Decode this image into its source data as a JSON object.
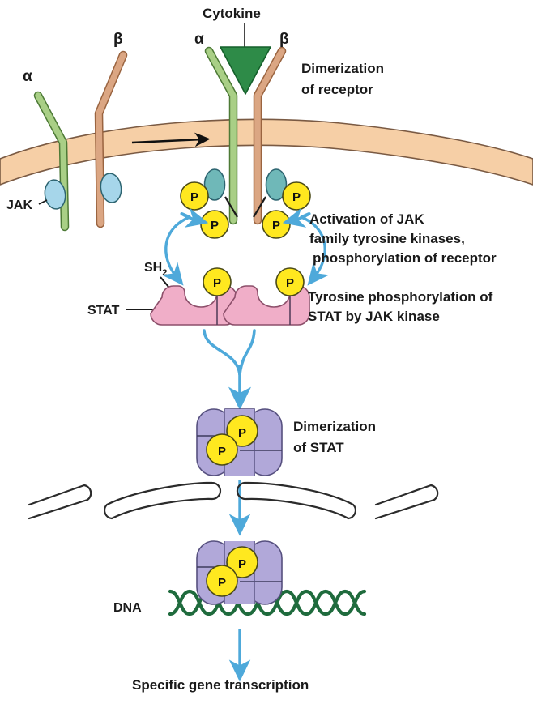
{
  "figure": {
    "title_alt": "JAK-STAT signaling pathway",
    "background": "#ffffff"
  },
  "colors": {
    "membrane_fill": "#f6cfa6",
    "membrane_stroke": "#7a5a43",
    "alpha_chain": "#a9cf86",
    "alpha_chain_stroke": "#4d7a36",
    "beta_chain": "#dba683",
    "beta_chain_stroke": "#9a6440",
    "cytokine_fill": "#2e8b48",
    "cytokine_stroke": "#15602b",
    "jak_inactive": "#a6d6ea",
    "jak_active": "#6fb8b8",
    "jak_stroke": "#2d6470",
    "phosphate_fill": "#ffe81f",
    "phosphate_stroke": "#4a4a18",
    "stat_monomer": "#f0aec8",
    "stat_monomer_stroke": "#8c4f6a",
    "stat_dimer": "#b1a8d9",
    "stat_dimer_stroke": "#56507f",
    "arrow_blue": "#4ea9da",
    "dna_green": "#1f6b3d",
    "text": "#1a1a1a",
    "nuclear_envelope_stroke": "#2b2b2b"
  },
  "labels": {
    "cytokine": "Cytokine",
    "alpha_left": "α",
    "beta_left": "β",
    "alpha_right": "α",
    "beta_right": "β",
    "jak": "JAK",
    "sh2_main": "SH",
    "sh2_sub": "2",
    "stat": "STAT",
    "dna": "DNA",
    "phosphate": "P"
  },
  "annotations": [
    {
      "id": "dimerization-of-receptor",
      "lines": [
        "Dimerization",
        "of receptor"
      ]
    },
    {
      "id": "activation-of-jak",
      "lines": [
        "Activation of JAK",
        "family tyrosine kinases,",
        "phosphorylation of receptor"
      ]
    },
    {
      "id": "tyrosine-phosphorylation-of-stat",
      "lines": [
        "Tyrosine phosphorylation of",
        "STAT by JAK kinase"
      ]
    },
    {
      "id": "dimerization-of-stat",
      "lines": [
        "Dimerization",
        "of STAT"
      ]
    },
    {
      "id": "specific-gene-transcription",
      "lines": [
        "Specific gene transcription"
      ]
    }
  ],
  "steps": {
    "step1_label": "Dimerization of receptor",
    "step2_label": "Activation of JAK family tyrosine kinases, phosphorylation of receptor",
    "step3_label": "Tyrosine phosphorylation of STAT by JAK kinase",
    "step4_label": "Dimerization of STAT",
    "step5_label": "Specific gene transcription"
  },
  "phosphate_counts": {
    "receptor_phosphates": 4,
    "stat_monomer_phosphates": 2,
    "stat_dimer_cytoplasm_phosphates": 2,
    "stat_dimer_nucleus_phosphates": 2
  }
}
